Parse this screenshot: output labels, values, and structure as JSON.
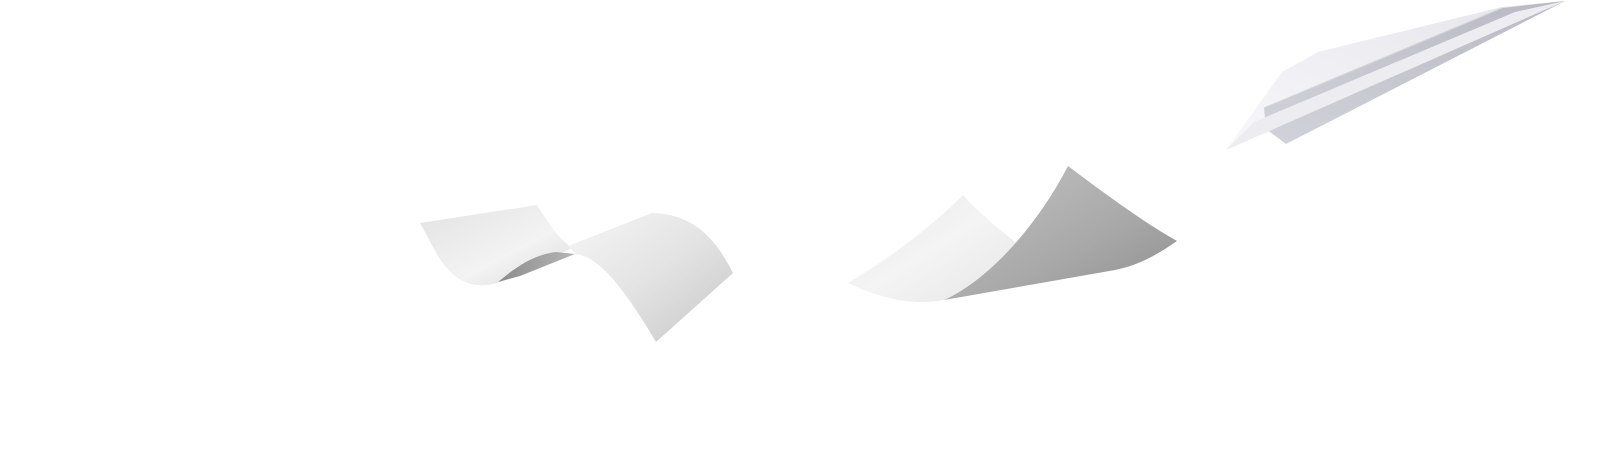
{
  "scene": {
    "background_color": "#ffffff",
    "objects": [
      {
        "name": "curled-paper-sheet-left",
        "kind": "paper sheet"
      },
      {
        "name": "curled-paper-sheet-right",
        "kind": "paper sheet"
      },
      {
        "name": "paper-airplane",
        "kind": "paper airplane"
      }
    ],
    "colors": {
      "paper_light": "#f4f4f4",
      "paper_mid": "#dcdcdc",
      "paper_shadow": "#9a9a9a",
      "plane_light": "#f2f2f6",
      "plane_shadow": "#c6c6ce"
    }
  }
}
